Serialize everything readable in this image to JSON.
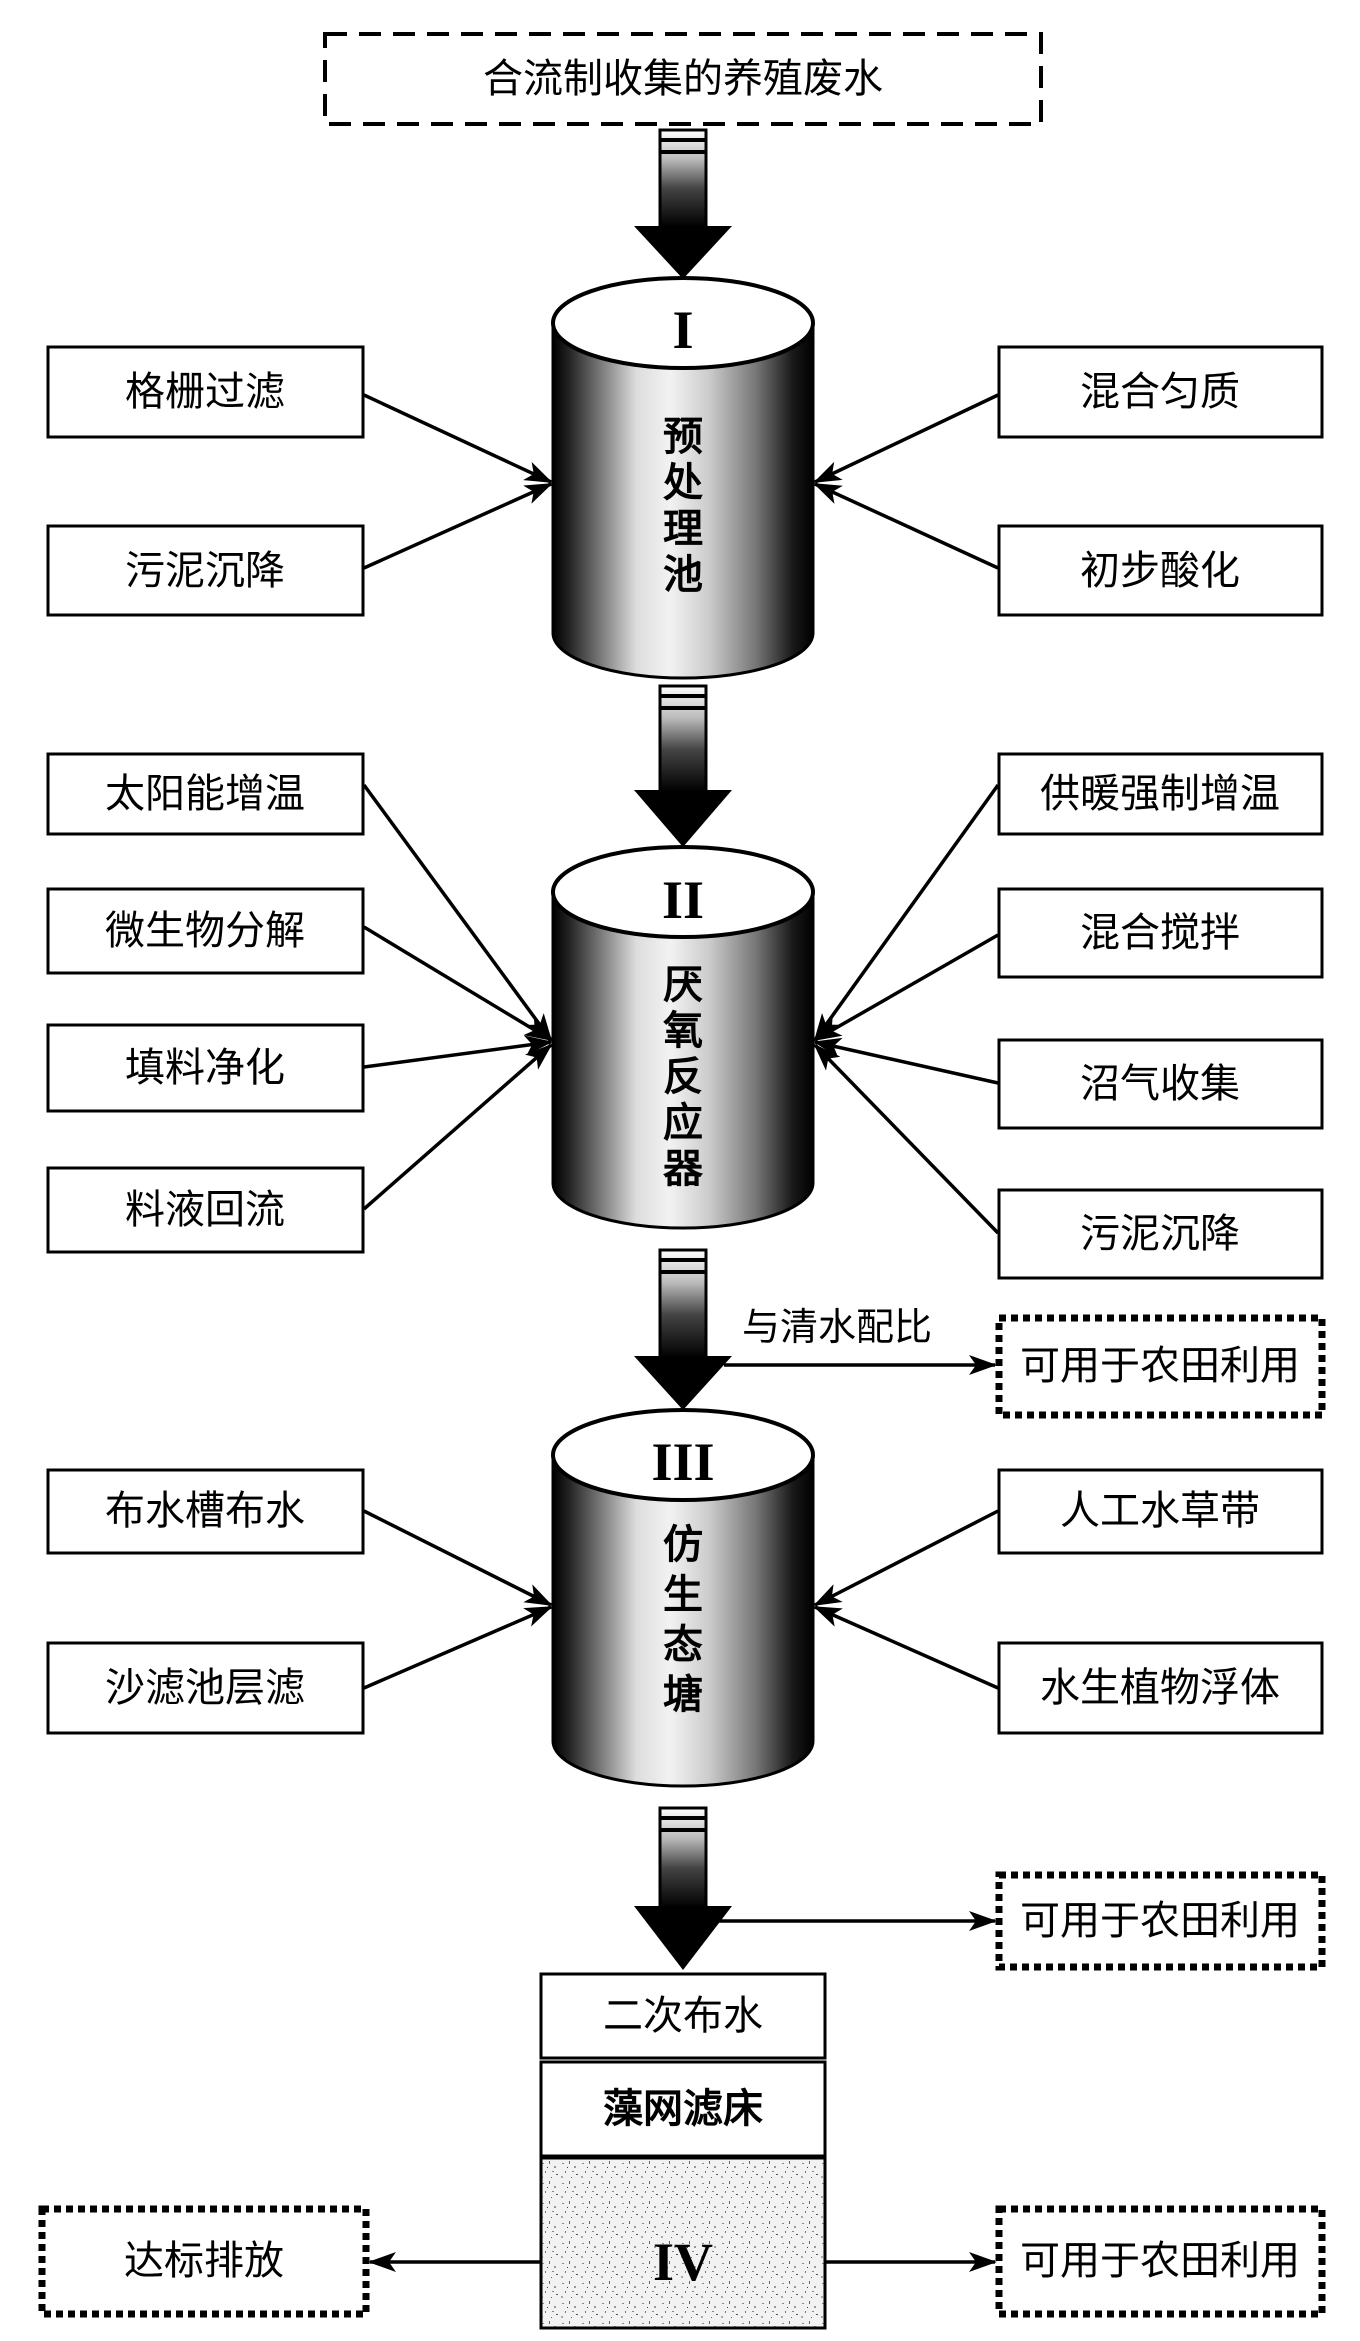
{
  "source": {
    "label": "合流制收集的养殖废水"
  },
  "stage1": {
    "numeral": "I",
    "name": "预处理池",
    "left_inputs": [
      "格栅过滤",
      "污泥沉降"
    ],
    "right_inputs": [
      "混合匀质",
      "初步酸化"
    ]
  },
  "stage2": {
    "numeral": "II",
    "name": "厌氧反应器",
    "left_inputs": [
      "太阳能增温",
      "微生物分解",
      "填料净化",
      "料液回流"
    ],
    "right_inputs": [
      "供暖强制增温",
      "混合搅拌",
      "沼气收集",
      "污泥沉降"
    ],
    "branch_label": "与清水配比",
    "branch_output": "可用于农田利用"
  },
  "stage3": {
    "numeral": "III",
    "name": "仿生态塘",
    "left_inputs": [
      "布水槽布水",
      "沙滤池层滤"
    ],
    "right_inputs": [
      "人工水草带",
      "水生植物浮体"
    ],
    "branch_output": "可用于农田利用"
  },
  "stage4": {
    "layers": [
      "二次布水",
      "藻网滤床"
    ],
    "numeral": "IV",
    "left_output": "达标排放",
    "right_output": "可用于农田利用"
  }
}
